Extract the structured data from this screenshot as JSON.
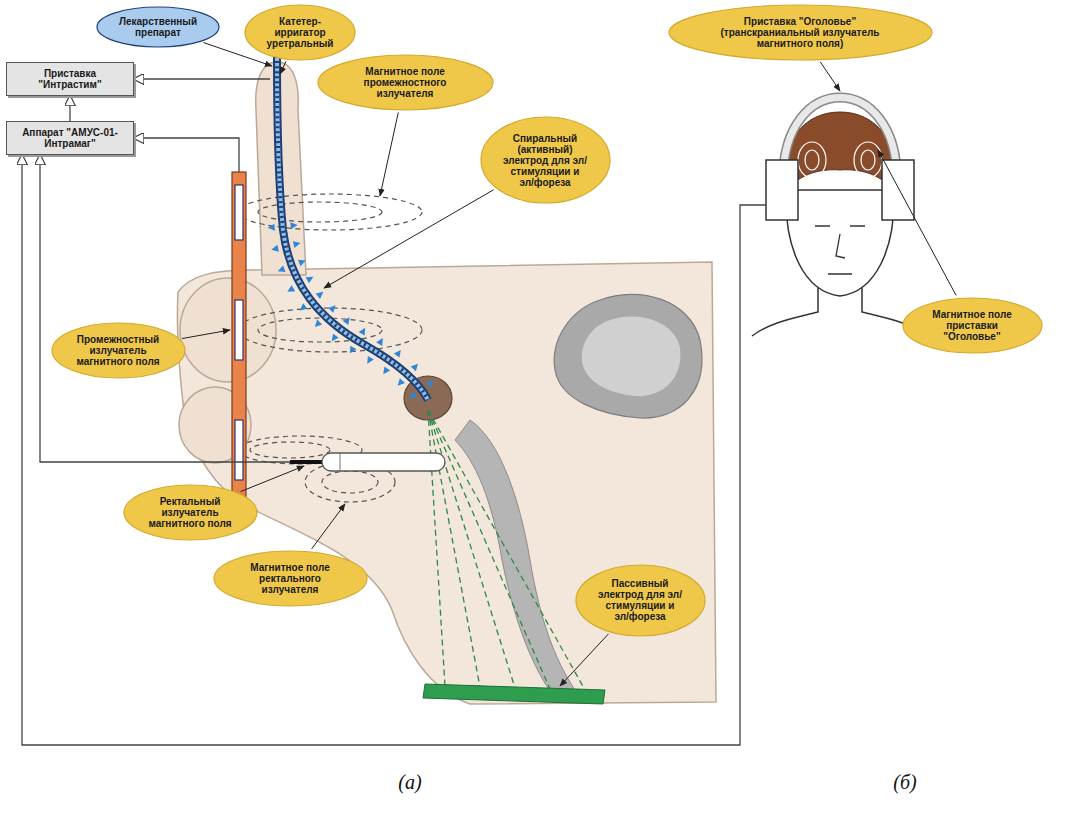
{
  "diagram": {
    "nodes": [
      {
        "text": [
          "Лекарственный препарат"
        ]
      },
      {
        "text": [
          "Катетер-ирригатор уретральный"
        ]
      },
      {
        "text": [
          "Приставка \"Оголовье\" (транскраниальный излучатель магнитного поля)"
        ]
      },
      {
        "text": [
          "Приставка \"Интрастим\""
        ]
      },
      {
        "text": [
          "Магнитное поле промежностного излучателя"
        ]
      },
      {
        "text": [
          "Аппарат \"АМУС-01-Интрамаг\""
        ]
      },
      {
        "text": [
          "Спиральный (активный) электрод для эл/стимуляции и эл/фореза"
        ]
      },
      {
        "text": [
          "Магнитное поле приставки \"Оголовье\""
        ]
      },
      {
        "text": [
          "Промежностный излучатель магнитного поля"
        ]
      },
      {
        "text": [
          "Ректальный излучатель магнитного поля"
        ]
      },
      {
        "text": [
          "Магнитное поле ректального излучателя"
        ]
      },
      {
        "text": [
          "Пассивный электрод для эл/стимуляции и эл/фореза"
        ]
      }
    ],
    "edges": [
      {
        "from": 5,
        "to": 3,
        "arrow": "to"
      }
    ],
    "labels": [
      "(а)",
      "(б)"
    ]
  }
}
